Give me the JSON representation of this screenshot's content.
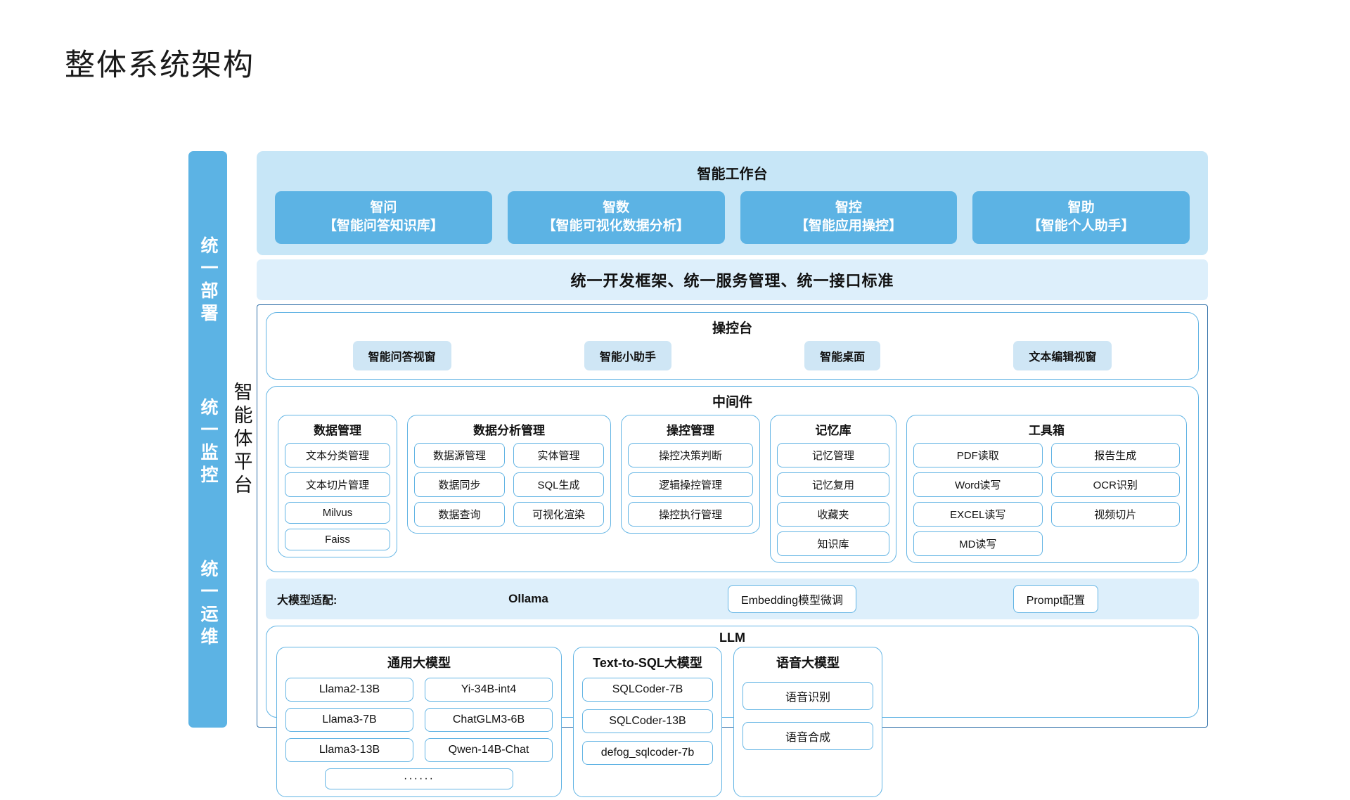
{
  "title": "整体系统架构",
  "rail": {
    "items": [
      "统一部署",
      "统一监控",
      "统一运维"
    ]
  },
  "platform_label": "智能体平台",
  "workbench": {
    "title": "智能工作台",
    "cards": [
      {
        "name": "智问",
        "desc": "【智能问答知识库】"
      },
      {
        "name": "智数",
        "desc": "【智能可视化数据分析】"
      },
      {
        "name": "智控",
        "desc": "【智能应用操控】"
      },
      {
        "name": "智助",
        "desc": "【智能个人助手】"
      }
    ]
  },
  "unified_bar": "统一开发框架、统一服务管理、统一接口标准",
  "console": {
    "title": "操控台",
    "items": [
      "智能问答视窗",
      "智能小助手",
      "智能桌面",
      "文本编辑视窗"
    ]
  },
  "middleware": {
    "title": "中间件",
    "columns": [
      {
        "title": "数据管理",
        "layout": "single",
        "items": [
          "文本分类管理",
          "文本切片管理",
          "Milvus",
          "Faiss"
        ]
      },
      {
        "title": "数据分析管理",
        "layout": "grid2",
        "items": [
          "数据源管理",
          "实体管理",
          "数据同步",
          "SQL生成",
          "数据查询",
          "可视化渲染"
        ]
      },
      {
        "title": "操控管理",
        "layout": "single",
        "items": [
          "操控决策判断",
          "逻辑操控管理",
          "操控执行管理"
        ]
      },
      {
        "title": "记忆库",
        "layout": "single",
        "items": [
          "记忆管理",
          "记忆复用",
          "收藏夹",
          "知识库"
        ]
      },
      {
        "title": "工具箱",
        "layout": "grid2",
        "items": [
          "PDF读取",
          "报告生成",
          "Word读写",
          "OCR识别",
          "EXCEL读写",
          "视频切片",
          "MD读写"
        ]
      }
    ]
  },
  "adapter": {
    "label": "大模型适配:",
    "ollama": "Ollama",
    "embedding": "Embedding模型微调",
    "prompt": "Prompt配置"
  },
  "llm": {
    "title": "LLM",
    "columns": [
      {
        "title": "通用大模型",
        "layout": "grid2",
        "items": [
          "Llama2-13B",
          "Yi-34B-int4",
          "Llama3-7B",
          "ChatGLM3-6B",
          "Llama3-13B",
          "Qwen-14B-Chat"
        ],
        "ellipsis": "······"
      },
      {
        "title": "Text-to-SQL大模型",
        "layout": "single",
        "items": [
          "SQLCoder-7B",
          "SQLCoder-13B",
          "defog_sqlcoder-7b"
        ]
      },
      {
        "title": "语音大模型",
        "layout": "single",
        "items": [
          "语音识别",
          "语音合成"
        ]
      }
    ]
  },
  "colors": {
    "primary": "#5cb3e4",
    "light": "#c7e6f7",
    "pale": "#ddeffb",
    "chip_fill": "#cfe6f5",
    "border": "#62b4e4",
    "frame": "#2f6fa8"
  }
}
